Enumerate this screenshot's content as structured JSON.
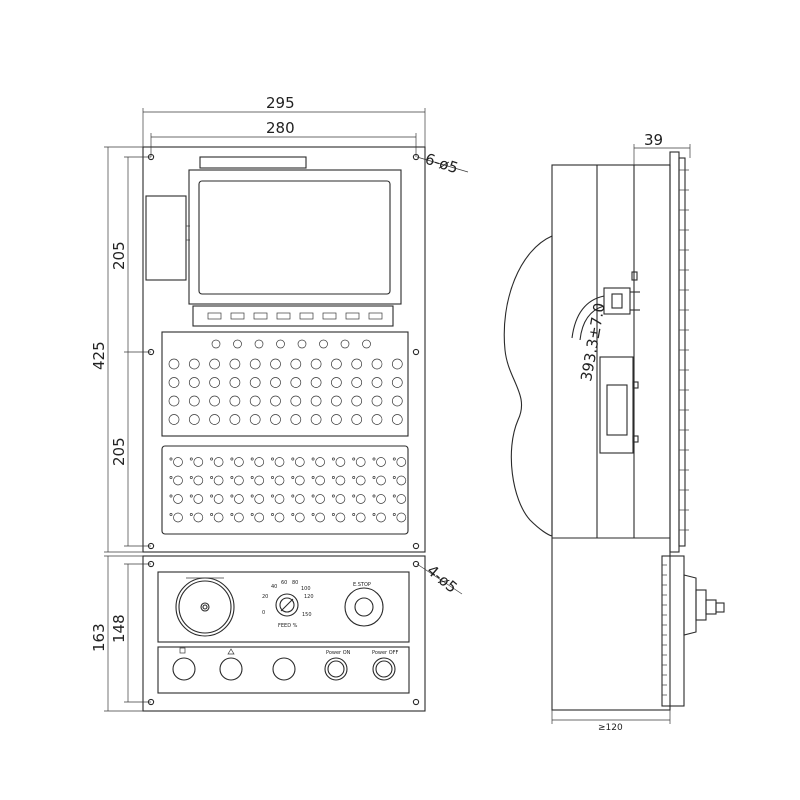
{
  "dimensions": {
    "overall_width": "295",
    "hole_spacing_width": "280",
    "mount_holes_top": "6-ø5",
    "overall_height": "425",
    "upper_height_1": "205",
    "upper_height_2": "205",
    "lower_height_outer": "163",
    "lower_height_inner": "148",
    "mount_holes_bottom": "4-ø5",
    "side_depth_top": "39",
    "side_depth_bottom": "≥120",
    "cable_length": "393.3±7.0"
  },
  "operator_panel": {
    "estop_label": "E.STOP",
    "power_on_label": "Power ON",
    "power_off_label": "Power OFF",
    "feed_override_label": "FEED %",
    "dial_ticks": [
      "40",
      "60",
      "80",
      "100",
      "120",
      "20",
      "0",
      "150"
    ]
  },
  "keypad": {
    "upper_top_row_count": 8,
    "upper_rows": 4,
    "upper_cols": 12,
    "lower_rows": 4,
    "lower_cols": 12
  }
}
